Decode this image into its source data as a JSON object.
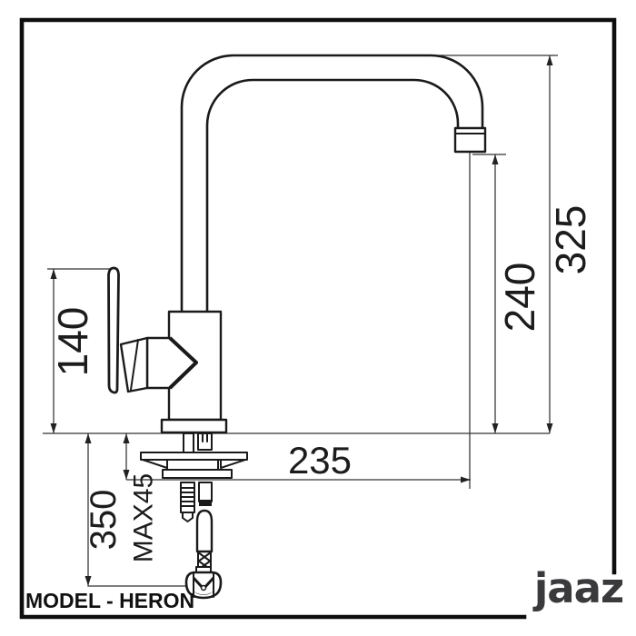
{
  "document": {
    "kind": "faucet installation technical drawing",
    "view": "side elevation of single-lever kitchen mixer tap with high-arc spout and under-counter mounting hardware"
  },
  "footer": {
    "model_label": "MODEL - HERON"
  },
  "brand": {
    "logo_text": "jaaz",
    "logo_color": "#3a3a3c"
  },
  "dimensions": {
    "overall_height": {
      "label": "325",
      "orientation": "vertical",
      "measures": "deck to top of spout"
    },
    "outlet_height": {
      "label": "240",
      "orientation": "vertical",
      "measures": "deck to spout outlet"
    },
    "handle_height": {
      "label": "140",
      "orientation": "vertical",
      "measures": "deck to top of handle"
    },
    "spout_reach": {
      "label": "235",
      "orientation": "horizontal",
      "measures": "reach to spout outlet"
    },
    "hose_drop": {
      "label": "350",
      "orientation": "vertical",
      "measures": "deck to hose connector"
    },
    "max_counter_thickness": {
      "label": "MAX45",
      "orientation": "vertical",
      "measures": "maximum deck thickness"
    }
  },
  "colors": {
    "line": "#1a1a1a",
    "dimension_line": "#333333",
    "background": "#ffffff",
    "text": "#111111"
  }
}
